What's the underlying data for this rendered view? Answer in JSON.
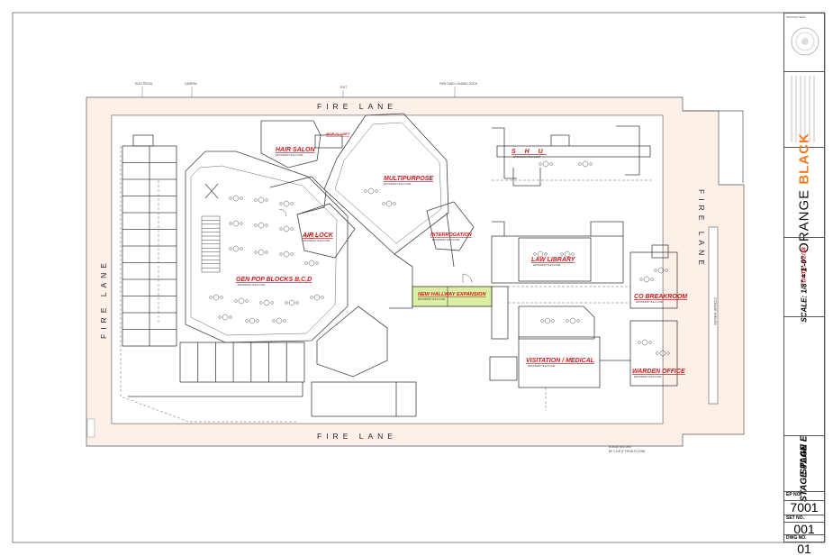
{
  "fire_lane": "FIRE LANE",
  "site_labels": {
    "electrical": "ELECTRICAL",
    "camera": "CAMERA",
    "exit": "EXIT",
    "paint_loading": "PAINT AND LOADING DOCK",
    "storage_shelves": "STORAGE SHELVES",
    "below_plan": "ELEVATION UNIT\nBE 1:100 (F FROM FLOOR)"
  },
  "rooms": {
    "hair_salon": "HAIR SALON",
    "mop_closet": "MOP CLOSET",
    "multipurpose": "MULTIPURPOSE",
    "shu": "S H U",
    "air_lock": "AIR LOCK",
    "interrogation": "INTERROGATION",
    "gen_pop": "GEN POP BLOCKS B,C,D",
    "law_library": "LAW LIBRARY",
    "new_hallway": "NEW HALLWAY EXPANSION",
    "co_breakroom": "CO BREAKROOM",
    "visitation": "VISITATION / MEDICAL",
    "warden_office": "WARDEN OFFICE"
  },
  "room_sub": "EPOXIDIUM TILE FLOOR",
  "title_block": {
    "logo_caption": "OFFICIAL SEAL",
    "company_top": "ORANGE",
    "company_bottom": "BLACK",
    "date": "DATE: 7/2/18",
    "scale": "SCALE: 1/8\" = 1'-0\"",
    "sheet_title_1": "STAGE E",
    "sheet_title_2": "STAGE PLAN",
    "ep_label": "EP NO.",
    "ep_value": "7001",
    "set_label": "SET NO.",
    "set_value": "001",
    "dwg_label": "DWG NO.",
    "dwg_value": "01"
  },
  "colors": {
    "fire_lane_fill": "#fdf0e8",
    "hallway_fill": "#d9f0a3",
    "label_red": "#d21a1a",
    "brand_orange": "#f47b20"
  }
}
